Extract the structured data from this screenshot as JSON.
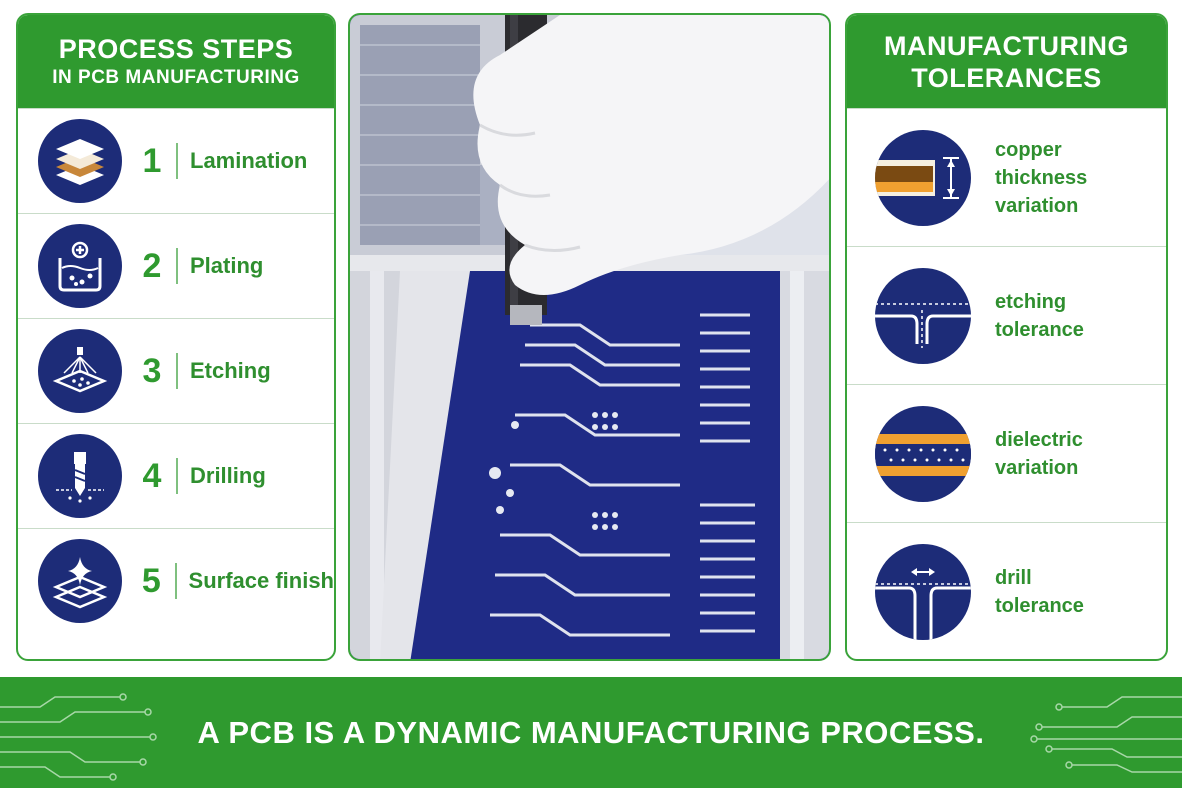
{
  "left_panel": {
    "title_line1": "PROCESS STEPS",
    "title_line2": "IN PCB MANUFACTURING",
    "steps": [
      {
        "number": "1",
        "label": "Lamination",
        "icon": "layers-icon"
      },
      {
        "number": "2",
        "label": "Plating",
        "icon": "plating-bath-icon"
      },
      {
        "number": "3",
        "label": "Etching",
        "icon": "etching-spray-icon"
      },
      {
        "number": "4",
        "label": "Drilling",
        "icon": "drill-bit-icon"
      },
      {
        "number": "5",
        "label": "Surface finish",
        "icon": "sparkle-layers-icon"
      }
    ]
  },
  "right_panel": {
    "title_line1": "MANUFACTURING",
    "title_line2": "TOLERANCES",
    "items": [
      {
        "line1": "copper thickness",
        "line2": "variation",
        "icon": "copper-thickness-icon"
      },
      {
        "line1": "etching",
        "line2": "tolerance",
        "icon": "etching-tolerance-icon"
      },
      {
        "line1": "dielectric",
        "line2": "variation",
        "icon": "dielectric-layer-icon"
      },
      {
        "line1": "drill",
        "line2": "tolerance",
        "icon": "drill-tolerance-icon"
      }
    ]
  },
  "banner": {
    "text": "A PCB IS A DYNAMIC MANUFACTURING PROCESS."
  },
  "colors": {
    "green": "#2f9a2f",
    "navy": "#1d2c78",
    "board_blue": "#1f2b86",
    "copper": "#8a5a1c",
    "gold": "#f0a030"
  }
}
